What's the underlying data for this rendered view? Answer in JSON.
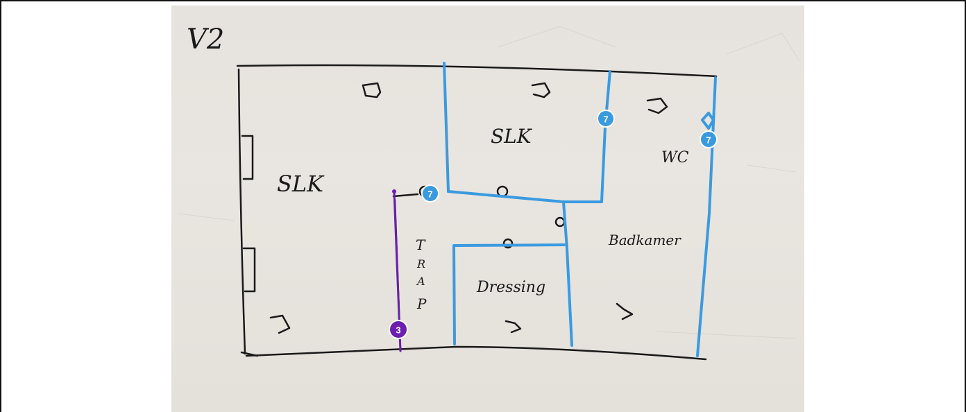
{
  "sheet_label": "V2",
  "rooms": {
    "slk_large": "SLK",
    "slk_small": "SLK",
    "wc": "WC",
    "badkamer": "Badkamer",
    "dressing": "Dressing",
    "trap": [
      "T",
      "R",
      "A",
      "P"
    ]
  },
  "badges": {
    "wall_middle": "7",
    "wall_slk_right": "7",
    "wall_right": "7",
    "trap_line": "3"
  },
  "colors": {
    "sketch_ink": "#1a1a1a",
    "wall_annotation": "#3a9ae0",
    "trap_annotation": "#6a1fb0",
    "paper": "#e7e3de"
  }
}
